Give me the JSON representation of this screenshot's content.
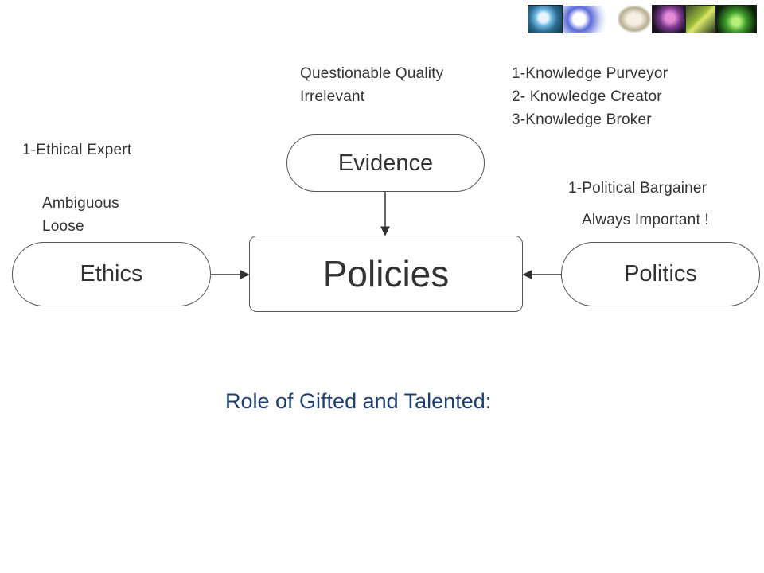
{
  "nodes": {
    "evidence": "Evidence",
    "policies": "Policies",
    "ethics": "Ethics",
    "politics": "Politics"
  },
  "notes": {
    "evidence_quality": [
      "Questionable Quality",
      "Irrelevant"
    ],
    "evidence_roles": [
      "1-Knowledge Purveyor",
      "2- Knowledge Creator",
      "3-Knowledge Broker"
    ],
    "ethics_role": "1-Ethical Expert",
    "ethics_quality": [
      "Ambiguous",
      "Loose"
    ],
    "politics_role": "1-Political Bargainer",
    "politics_quality": "Always Important !"
  },
  "heading": "Role of Gifted and Talented:",
  "colors": {
    "heading": "#1f3f6e",
    "node_border": "#555555",
    "text": "#333333"
  },
  "header_images": [
    "earth-globe-image",
    "molecule-gear-image",
    "stone-tablet-image",
    "brain-scan-image",
    "leaf-plant-image",
    "green-cell-image"
  ]
}
